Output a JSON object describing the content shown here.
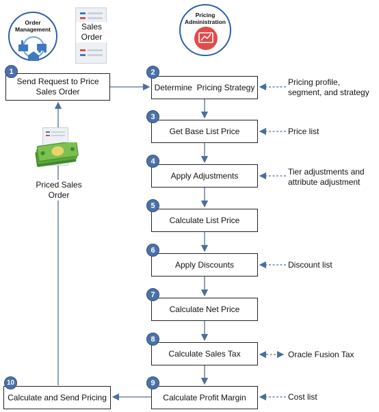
{
  "header": {
    "order_management": "Order\nManagement",
    "sales_order": "Sales\nOrder",
    "pricing_administration": "Pricing\nAdministration"
  },
  "steps": [
    {
      "num": "1",
      "label": "Send Request to Price\nSales Order"
    },
    {
      "num": "2",
      "label": "Determine  Pricing Strategy"
    },
    {
      "num": "3",
      "label": "Get Base List Price"
    },
    {
      "num": "4",
      "label": "Apply Adjustments"
    },
    {
      "num": "5",
      "label": "Calculate List Price"
    },
    {
      "num": "6",
      "label": "Apply Discounts"
    },
    {
      "num": "7",
      "label": "Calculate Net Price"
    },
    {
      "num": "8",
      "label": "Calculate Sales Tax"
    },
    {
      "num": "9",
      "label": "Calculate Profit Margin"
    },
    {
      "num": "10",
      "label": "Calculate and Send Pricing"
    }
  ],
  "inputs": {
    "pricing_profile": "Pricing profile,\nsegment, and strategy",
    "price_list": "Price list",
    "tier_adjustments": "Tier adjustments and\nattribute adjustment",
    "discount_list": "Discount list",
    "oracle_fusion_tax": "Oracle Fusion Tax",
    "cost_list": "Cost list"
  },
  "priced_sales_order": "Priced Sales\nOrder",
  "colors": {
    "accent_blue": "#2e5ea8",
    "number_badge": "#4a72a8",
    "pricing_red": "#e34a4a",
    "money_green": "#5aa83a",
    "connector": "#4a6f9c"
  }
}
